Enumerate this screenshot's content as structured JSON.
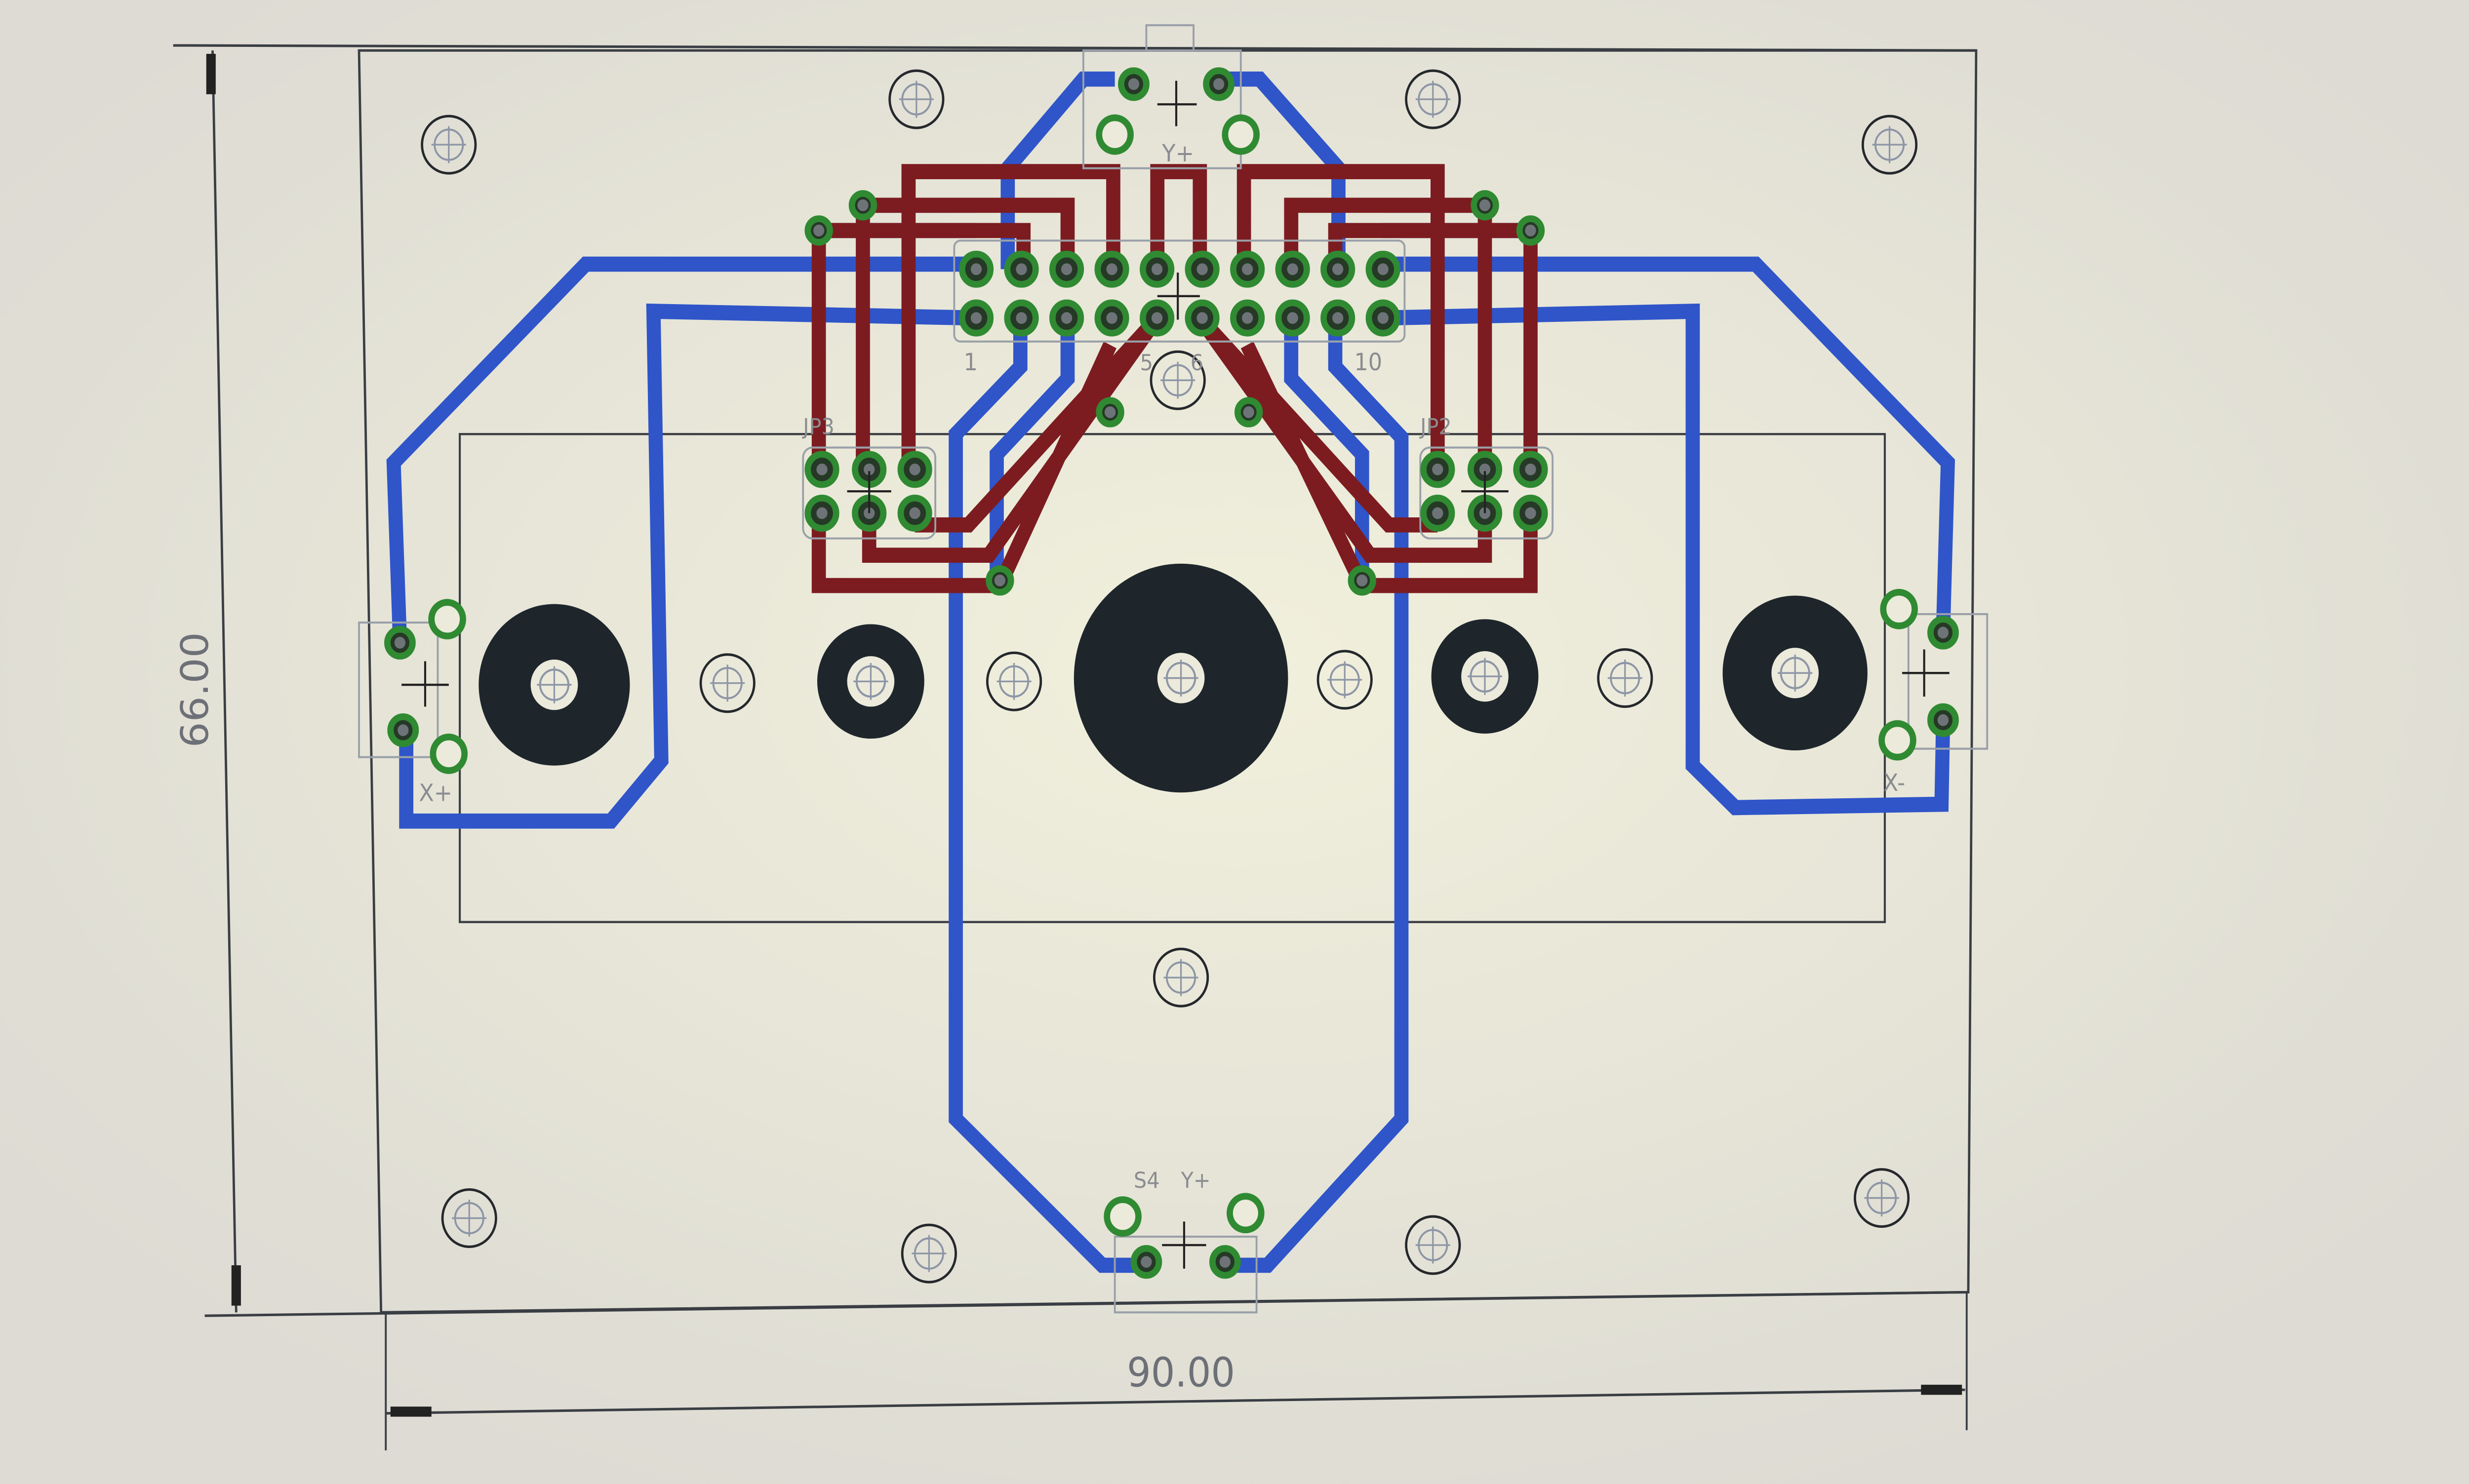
{
  "dimensions": {
    "height_label": "66.00",
    "width_label": "90.00"
  },
  "labels": {
    "top_connector": "Y+",
    "left_connector": "X+",
    "right_connector": "X-",
    "bottom_connector": "S4",
    "bottom_connector_pin": "Y+",
    "header_pin_first": "1",
    "header_pin_last": "10",
    "header_pin_5": "5",
    "header_pin_6": "6",
    "jp_left": "JP3",
    "jp_right": "JP2"
  },
  "colors": {
    "top_trace": "#2f55c9",
    "bottom_trace": "#7c1c20",
    "pad_ring": "#2f8a32",
    "hole": "#1e262c"
  }
}
